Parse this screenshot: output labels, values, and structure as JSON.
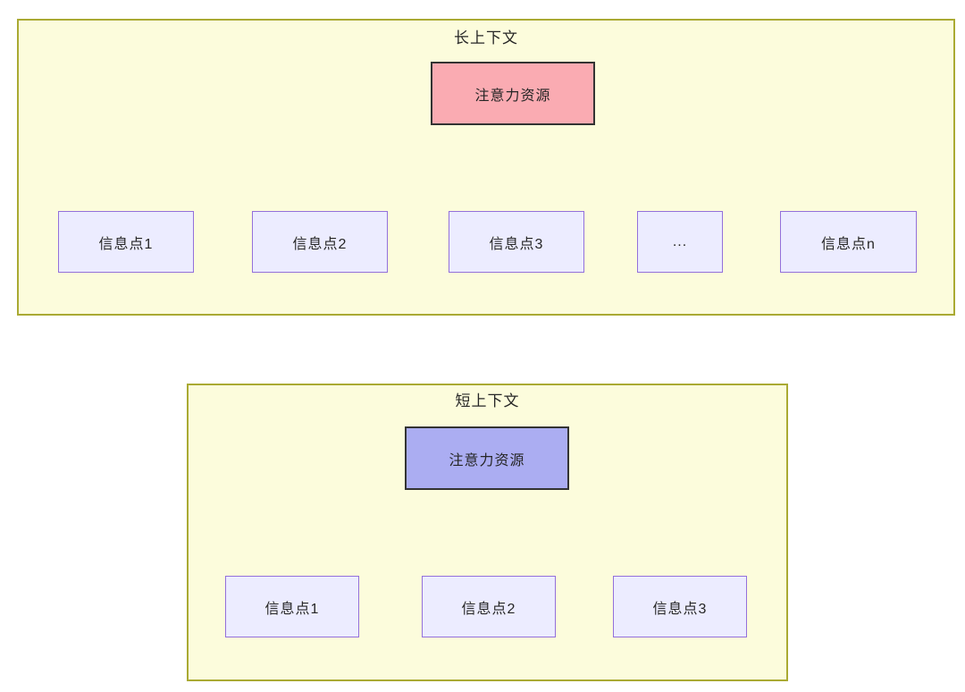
{
  "diagram": {
    "groups": [
      {
        "title": "长上下文",
        "attention_label": "注意力资源",
        "items": [
          {
            "label": "信息点1"
          },
          {
            "label": "信息点2"
          },
          {
            "label": "信息点3"
          },
          {
            "label": "..."
          },
          {
            "label": "信息点n"
          }
        ]
      },
      {
        "title": "短上下文",
        "attention_label": "注意力资源",
        "items": [
          {
            "label": "信息点1"
          },
          {
            "label": "信息点2"
          },
          {
            "label": "信息点3"
          }
        ]
      }
    ],
    "colors": {
      "page_bg": "#ffffff",
      "container_fill": "#fcfcdc",
      "container_border": "#aaaa33",
      "attention_long_fill": "#faabb2",
      "attention_short_fill": "#abadf2",
      "attention_border": "#333333",
      "node_fill": "#ececff",
      "node_border": "#9370db",
      "edge_color": "#333333",
      "text_color": "#262626"
    }
  }
}
